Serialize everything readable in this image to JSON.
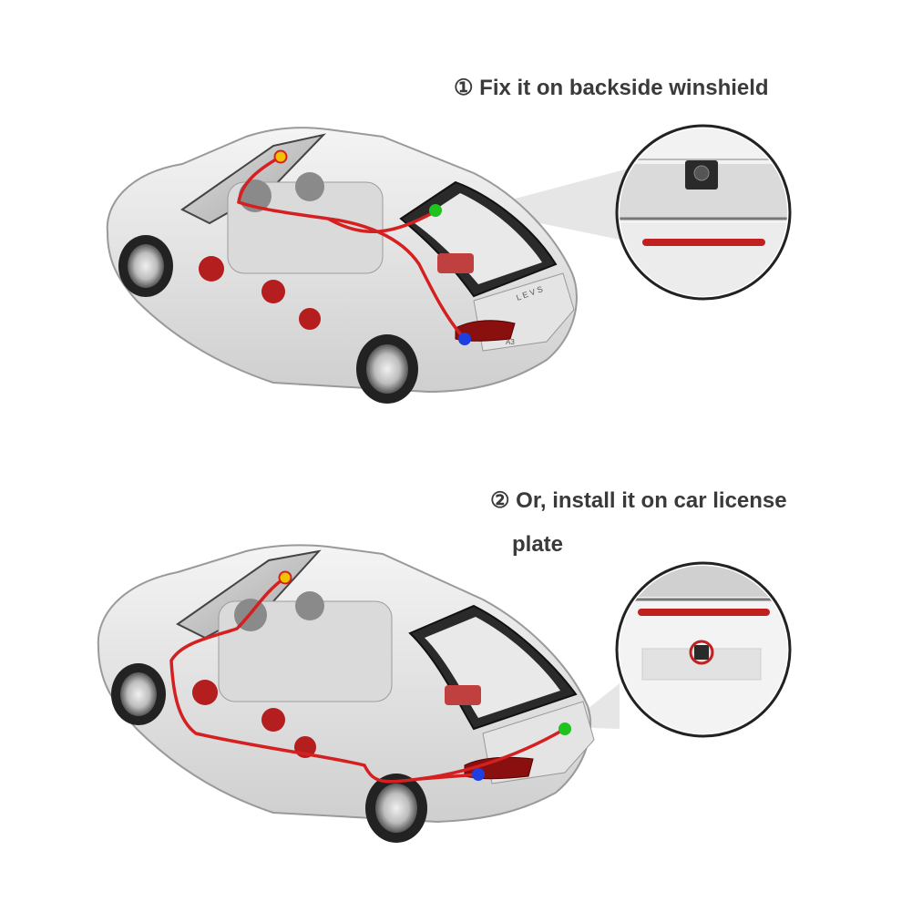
{
  "step1": {
    "caption": "① Fix it on backside winshield"
  },
  "step2": {
    "caption_line1": "② Or, install it on car license",
    "caption_line2": "plate"
  },
  "colors": {
    "wire": "#d42020",
    "dot_yellow": "#f2c200",
    "dot_green": "#1fc21f",
    "dot_blue": "#1d3ee0"
  },
  "plate_text": "L E V S",
  "model_badge": "A3"
}
